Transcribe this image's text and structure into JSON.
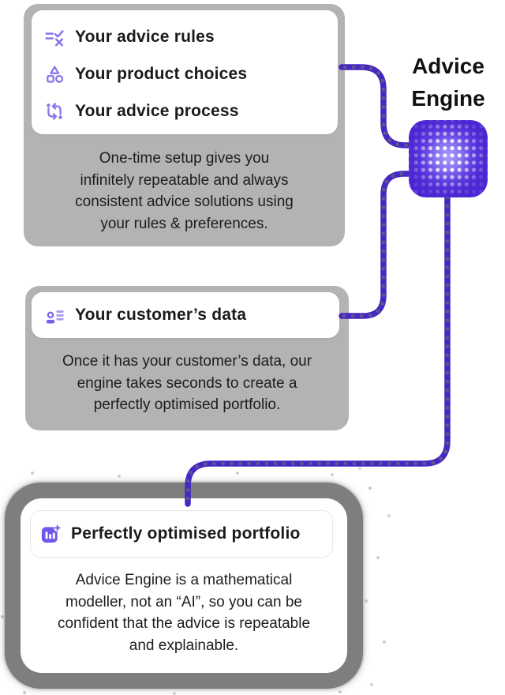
{
  "engine": {
    "label_lines": [
      "Advice",
      "Engine"
    ],
    "chip_icon": "dot-grid-processor"
  },
  "setup_box": {
    "items": [
      {
        "icon": "rules-icon",
        "label": "Your advice rules"
      },
      {
        "icon": "shapes-icon",
        "label": "Your product choices"
      },
      {
        "icon": "process-icon",
        "label": "Your advice process"
      }
    ],
    "caption_lines": [
      "One-time setup gives you",
      "infinitely repeatable and always",
      "consistent advice solutions using",
      "your rules & preferences."
    ]
  },
  "customer_box": {
    "items": [
      {
        "icon": "customer-icon",
        "label": "Your customer’s data"
      }
    ],
    "caption_lines": [
      "Once it has your customer’s data, our",
      "engine takes seconds to create a",
      "perfectly optimised portfolio."
    ]
  },
  "portfolio_box": {
    "items": [
      {
        "icon": "portfolio-icon",
        "label": "Perfectly optimised portfolio"
      }
    ],
    "caption_lines": [
      "Advice Engine is a mathematical",
      "modeller, not an “AI”, so you can be",
      "confident that the advice is repeatable",
      "and explainable."
    ]
  },
  "colors": {
    "panel_gray": "#b3b3b3",
    "sketch_gray": "#7e7e7e",
    "icon_purple": "#8674ec",
    "icon_purple_dark": "#7a5ce6",
    "icon_purple_light": "#a79af2",
    "wire_purple": "#4527c6",
    "chip_purple": "#4a25d2",
    "text_color": "#1c1c1e"
  }
}
